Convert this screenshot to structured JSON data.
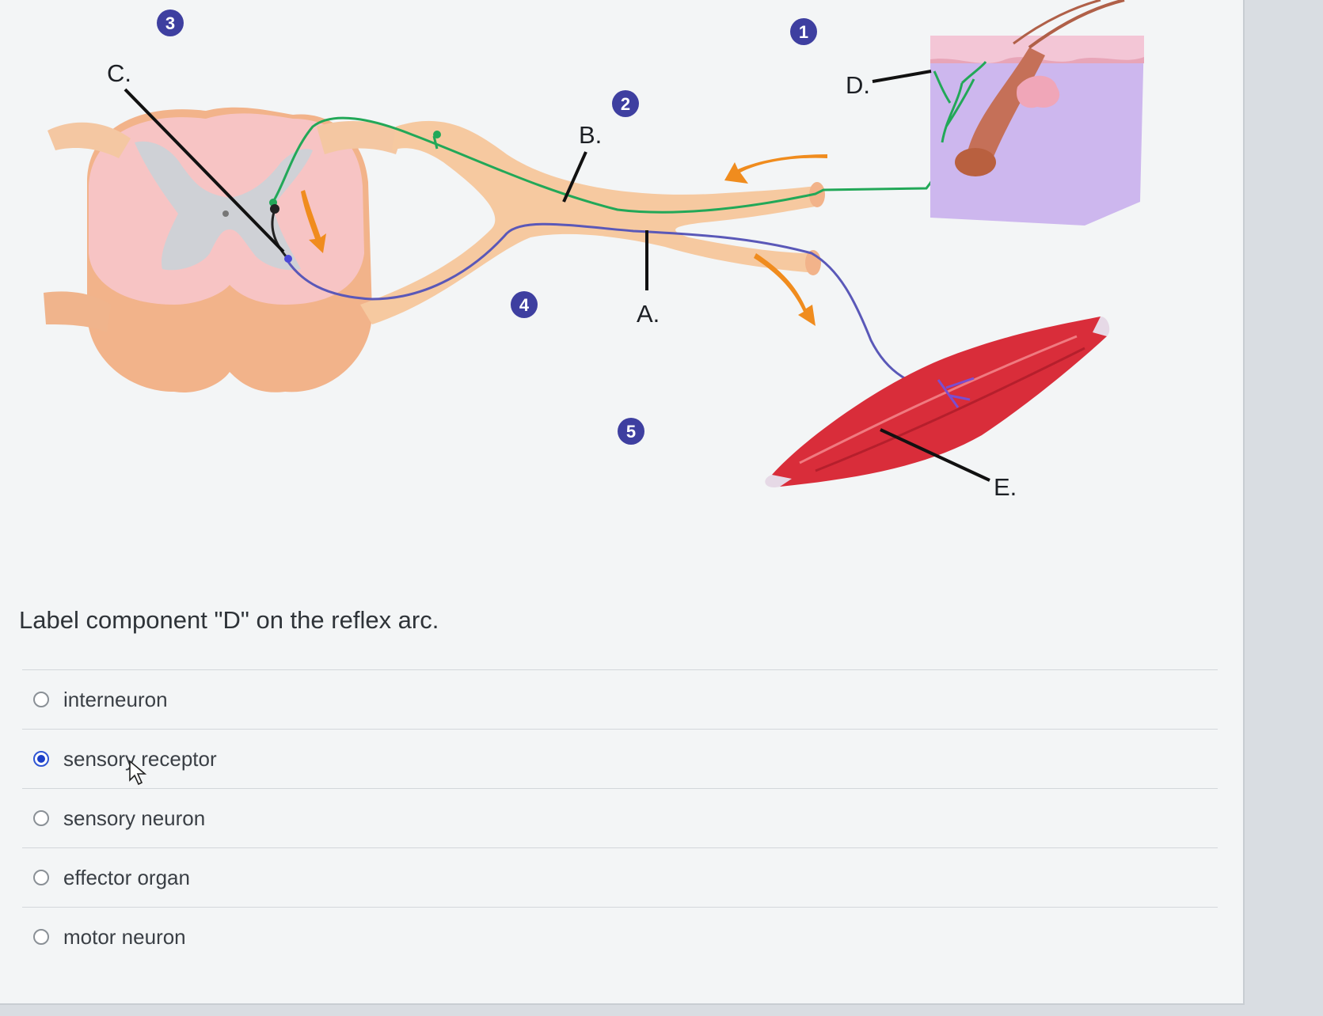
{
  "diagram": {
    "labels": {
      "a": "A.",
      "b": "B.",
      "c": "C.",
      "d": "D.",
      "e": "E."
    },
    "markers": [
      "1",
      "2",
      "3",
      "4",
      "5"
    ]
  },
  "question": "Label component \"D\" on the reflex arc.",
  "options": [
    {
      "label": "interneuron",
      "selected": false
    },
    {
      "label": "sensory receptor",
      "selected": true
    },
    {
      "label": "sensory neuron",
      "selected": false
    },
    {
      "label": "effector organ",
      "selected": false
    },
    {
      "label": "motor neuron",
      "selected": false
    }
  ],
  "colors": {
    "sensory": "#22a858",
    "motor": "#5a58b8",
    "nerve": "#f6c9a0",
    "marker": "#3e3fa0",
    "selected": "#1c3fc8"
  }
}
